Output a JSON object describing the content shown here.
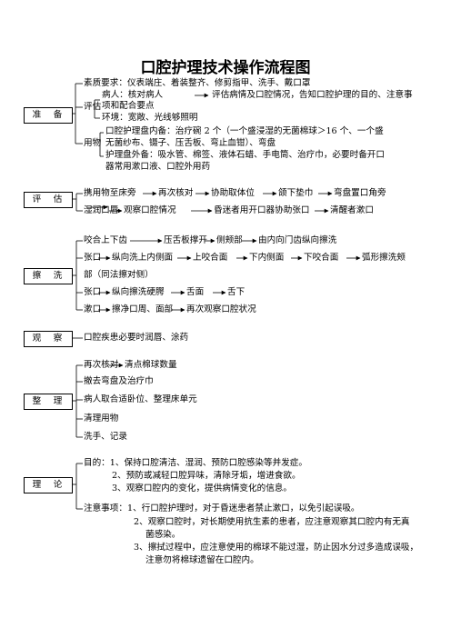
{
  "title": "口腔护理技术操作流程图",
  "colors": {
    "line": "#000000",
    "text": "#000000",
    "background": "#ffffff"
  },
  "sections": {
    "prepare": {
      "label": "准　备",
      "item1": "素质要求：仪表端庄、着装整齐、修剪指甲、洗手、戴口罩",
      "eval_label": "评估",
      "eval1": "病人：核对病人",
      "eval1b": "评估病情及口腔情况，告知口腔护理的目的、注意事",
      "eval1c": "项和配合要点",
      "eval2": "环境：宽敞、光线够照明",
      "use_label": "用物",
      "use1": "口腔护理盘内备：治疗碗 2 个（一个盛浸湿的无菌棉球＞16 个、一个盛",
      "use1b": "无菌纱布、镊子、压舌板、弯止血钳）、弯盘",
      "use2": "护理盘外备：吸水管、棉签、液体石蜡、手电筒、治疗巾，必要时备开口",
      "use2b": "器常用漱口液、口腔外用药"
    },
    "assess": {
      "label": "评　估",
      "r1": [
        "携用物至床旁",
        "再次核对",
        "协助取体位",
        "颌下垫巾",
        "弯盘置口角旁"
      ],
      "r2": [
        "湿润口唇",
        "观察口腔情况",
        "昏迷者用开口器协助张口",
        "清醒者漱口"
      ]
    },
    "wash": {
      "label": "擦　洗",
      "r1": [
        "咬合上下齿",
        "压舌板撑开",
        "侧颊部",
        "由内向门齿纵向擦洗"
      ],
      "r2": [
        "张口",
        "纵向洗上内侧面",
        "上咬合面",
        "下内侧面",
        "下咬合面",
        "弧形擦洗颊"
      ],
      "r2b": "部（同法擦对侧）",
      "r3": [
        "张口",
        "纵向擦洗硬腭",
        "舌面",
        "舌下"
      ],
      "r4": [
        "漱口",
        "擦净口周、面部",
        "再次观察口腔状况"
      ]
    },
    "observe": {
      "label": "观　察",
      "item": "口腔疾患必要时润唇、涂药"
    },
    "tidy": {
      "label": "整　理",
      "r1": [
        "再次核对",
        "清点棉球数量"
      ],
      "items": [
        "撤去弯盘及治疗巾",
        "病人取合适卧位、整理床单元",
        "清理用物",
        "洗手、记录"
      ]
    },
    "theory": {
      "label": "理　论",
      "purpose": [
        "目的：1、保持口腔清洁、湿润、预防口腔感染等并发症。",
        "2、预防或减轻口腔异味，清除牙垢，增进食欲。",
        "3、观察口腔内的变化，提供病情变化的信息。"
      ],
      "notes": [
        "注意事项：1、行口腔护理时，对于昏迷患者禁止漱口，以免引起误吸。",
        "2、观察口腔时，对长期使用抗生素的患者，应注意观察其口腔内有无真",
        "菌感染。",
        "3、擦拭过程中，应注意使用的棉球不能过湿，防止因水分过多造成误吸，",
        "注意勿将棉球遗留在口腔内。"
      ]
    }
  }
}
